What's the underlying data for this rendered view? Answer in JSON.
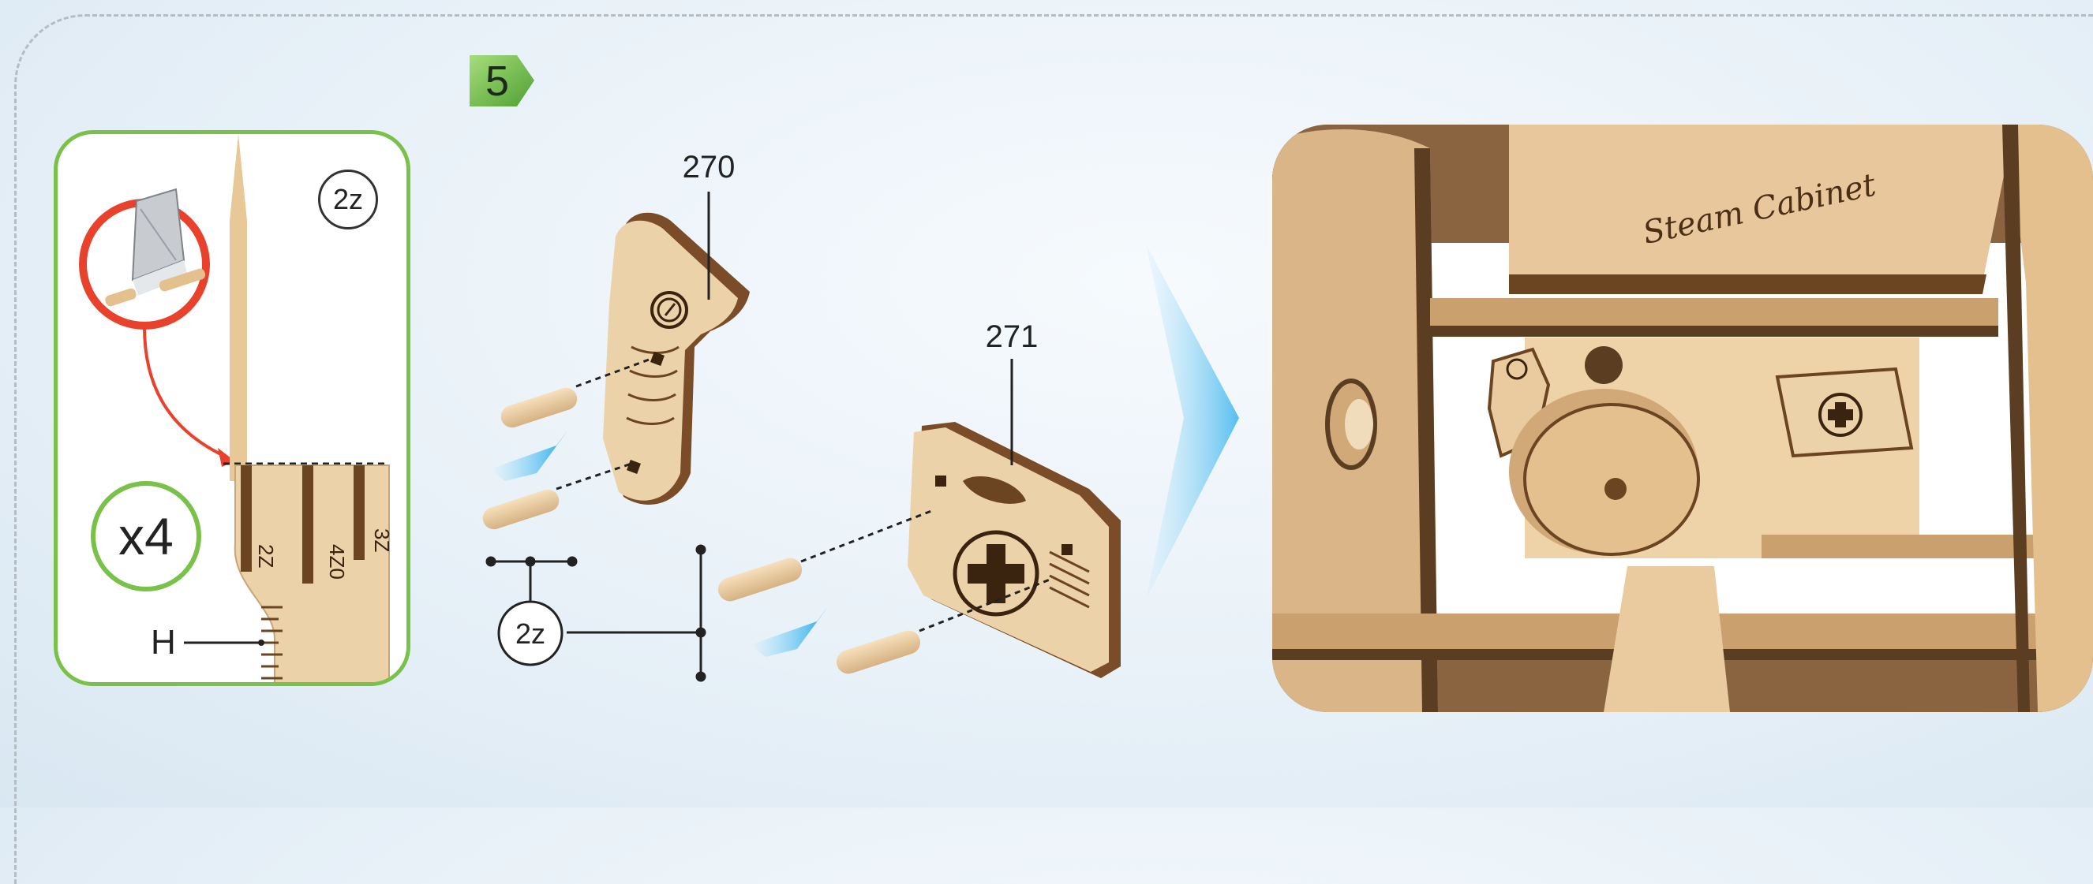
{
  "step": {
    "number": "5"
  },
  "tip_panel": {
    "dowel_label": "2z",
    "quantity": "x4",
    "marker_label": "H",
    "ruler_marks": [
      "2Z",
      "4Z0",
      "3Z"
    ]
  },
  "parts": [
    {
      "number": "270"
    },
    {
      "number": "271"
    }
  ],
  "assembly": {
    "dowel_label": "2z"
  },
  "photo": {
    "engraving": "Steam Cabinet"
  },
  "colors": {
    "accent_green": "#79c148",
    "warning_red": "#e8412c",
    "arrow_blue": "#19a4e6",
    "plywood": "#ecd2a8",
    "plywood_edge": "#7a4d28"
  }
}
